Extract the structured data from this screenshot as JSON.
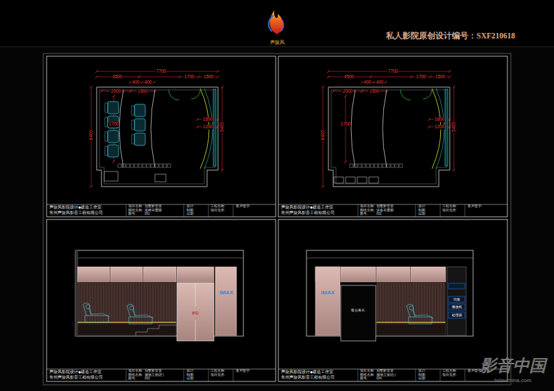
{
  "diagram": {
    "title": "私人影院原创设计编号：SXF210618",
    "labels": [
      "声旋风",
      "7700",
      "4500",
      "1700",
      "1500",
      "400",
      "400",
      "2000",
      "1500",
      "1700",
      "1600",
      "1200",
      "6400",
      "5400",
      "7700",
      "4500",
      "1700",
      "1500",
      "400",
      "400",
      "2000",
      "1500",
      "1700",
      "1600",
      "1200",
      "6400",
      "5400",
      "IMAX",
      "影院",
      "IMAX",
      "吸光幕布",
      "功放",
      "播放机",
      "处理器",
      "声旋风影院设计◆建造工作室",
      "常州声旋风影音工程有限公司",
      "项目名称:",
      "别墅影音室",
      "图纸名称:",
      "座椅布置图",
      "图号:",
      "001",
      "设计:",
      "制图:",
      "日期:",
      "工程名称:",
      "项目负责:",
      "客户签字:",
      "声旋风影院设计◆建造工作室",
      "常州声旋风影音工程有限公司",
      "项目名称:",
      "别墅影音室",
      "图纸名称:",
      "设备布置图",
      "图号:",
      "002",
      "设计:",
      "制图:",
      "日期:",
      "工程名称:",
      "项目负责:",
      "客户签字:",
      "声旋风影院设计◆建造工作室",
      "常州声旋风影音工程有限公司",
      "项目名称:",
      "别墅影音室",
      "图纸名称:",
      "侧墙立面(左)",
      "图号:",
      "003",
      "设计:",
      "制图:",
      "日期:",
      "工程名称:",
      "项目负责:",
      "客户签字:",
      "声旋风影院设计◆建造工作室",
      "常州声旋风影音工程有限公司",
      "项目名称:",
      "别墅影音室",
      "图纸名称:",
      "侧墙立面(右)",
      "图号:",
      "004",
      "设计:",
      "制图:",
      "日期:",
      "工程名称:",
      "项目负责:",
      "客户签字:",
      "影音中国",
      "hdavchina.com"
    ]
  }
}
